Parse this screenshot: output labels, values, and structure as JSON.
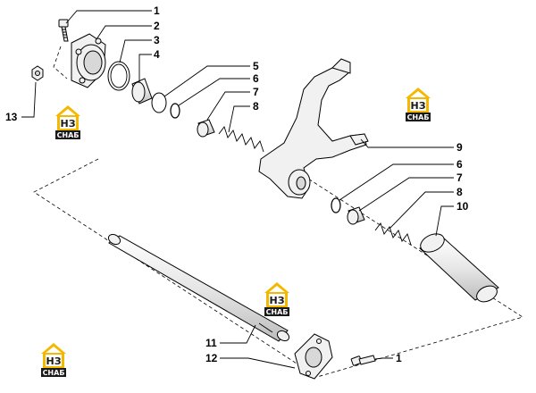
{
  "diagram": {
    "callouts": [
      {
        "id": "c1a",
        "label": "1"
      },
      {
        "id": "c2",
        "label": "2"
      },
      {
        "id": "c3",
        "label": "3"
      },
      {
        "id": "c4",
        "label": "4"
      },
      {
        "id": "c5",
        "label": "5"
      },
      {
        "id": "c6a",
        "label": "6"
      },
      {
        "id": "c7a",
        "label": "7"
      },
      {
        "id": "c8a",
        "label": "8"
      },
      {
        "id": "c9",
        "label": "9"
      },
      {
        "id": "c6b",
        "label": "6"
      },
      {
        "id": "c7b",
        "label": "7"
      },
      {
        "id": "c8b",
        "label": "8"
      },
      {
        "id": "c10",
        "label": "10"
      },
      {
        "id": "c13",
        "label": "13"
      },
      {
        "id": "c11",
        "label": "11"
      },
      {
        "id": "c12",
        "label": "12"
      },
      {
        "id": "c1b",
        "label": "1"
      }
    ],
    "watermark": {
      "letters": "НЗ",
      "caption": "СНАБ",
      "roof_color": "#f5b800",
      "box_color": "#1a1a1a"
    }
  }
}
